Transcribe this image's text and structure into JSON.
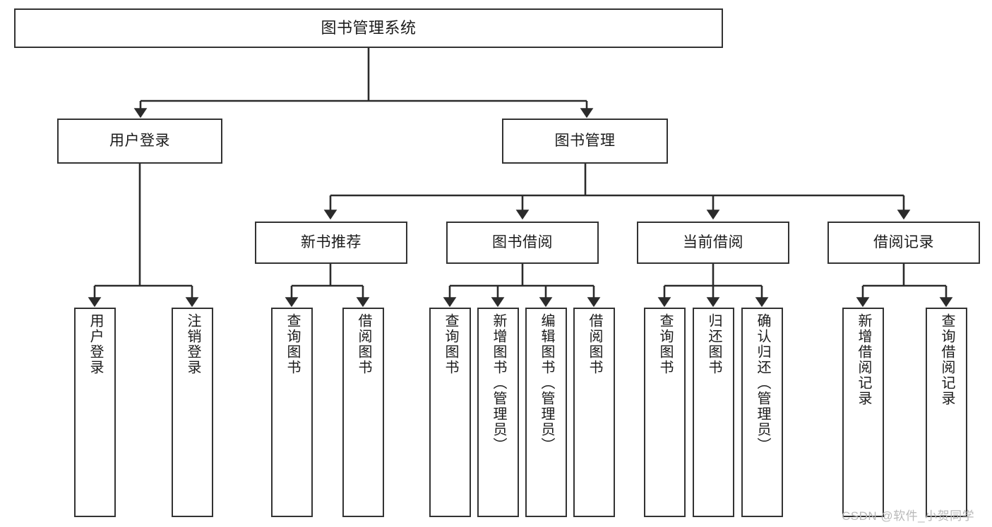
{
  "diagram": {
    "title": "图书管理系统",
    "type": "tree-hierarchy-chart",
    "colors": {
      "box_border": "#333333",
      "box_fill": "#ffffff",
      "edge": "#2b2b2b",
      "text": "#1b1b1b",
      "watermark": "#b9b9b9",
      "background": "#ffffff"
    },
    "watermark": "CSDN @软件_小贺同学",
    "levels": {
      "level1": {
        "root": {
          "label": "图书管理系统"
        }
      },
      "level2": {
        "nodes": [
          {
            "label": "用户登录"
          },
          {
            "label": "图书管理"
          }
        ]
      },
      "level3": {
        "nodes": [
          {
            "label": "新书推荐"
          },
          {
            "label": "图书借阅"
          },
          {
            "label": "当前借阅"
          },
          {
            "label": "借阅记录"
          }
        ]
      },
      "level4": {
        "user_login_children": [
          {
            "label": "用户登录"
          },
          {
            "label": "注销登录"
          }
        ],
        "new_book_children": [
          {
            "label": "查询图书"
          },
          {
            "label": "借阅图书"
          }
        ],
        "book_borrow_children": [
          {
            "label": "查询图书"
          },
          {
            "label": "新增图书（管理员）"
          },
          {
            "label": "编辑图书（管理员）"
          },
          {
            "label": "借阅图书"
          }
        ],
        "current_borrow_children": [
          {
            "label": "查询图书"
          },
          {
            "label": "归还图书"
          },
          {
            "label": "确认归还（管理员）"
          }
        ],
        "borrow_record_children": [
          {
            "label": "新增借阅记录"
          },
          {
            "label": "查询借阅记录"
          }
        ]
      }
    }
  }
}
